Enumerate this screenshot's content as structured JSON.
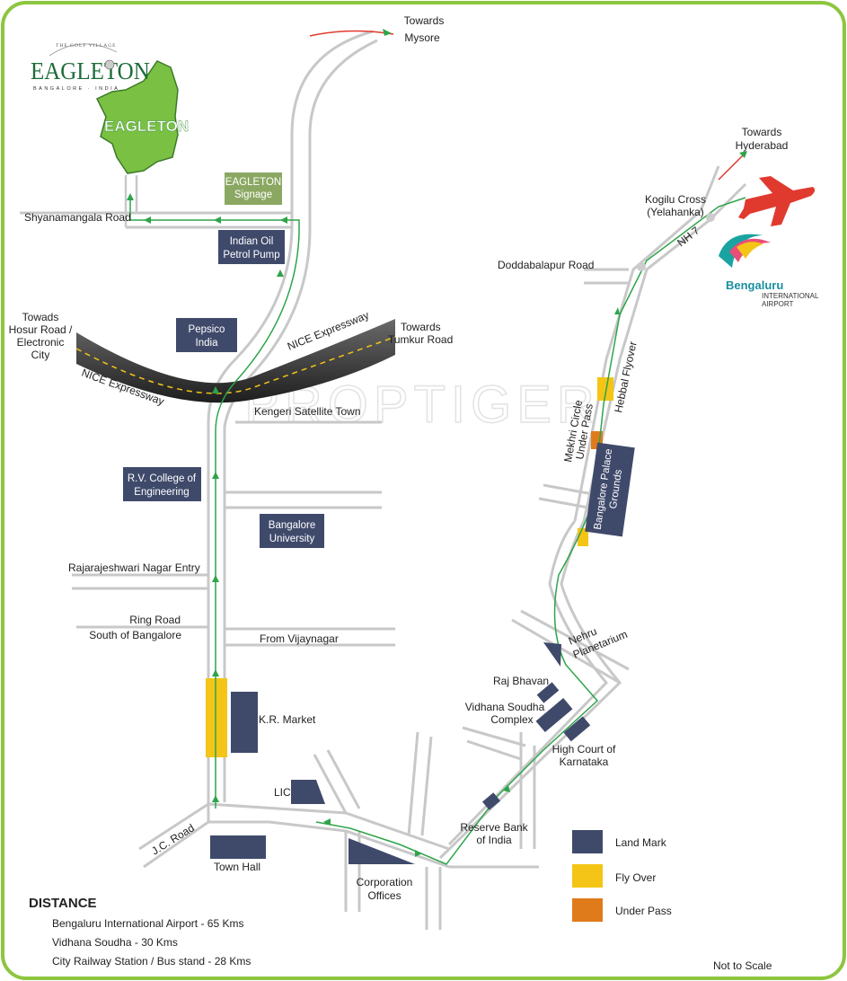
{
  "brand": {
    "logo_text": "EAGLETON",
    "logo_tagline": "THE GOLF VILLAGE",
    "logo_sub": "BANGALORE · INDIA",
    "site_label": "EAGLETON"
  },
  "colors": {
    "landmark": "#3f4a6b",
    "flyover": "#f4c516",
    "underpass": "#e07b1b",
    "site_green": "#7ac143",
    "route_green": "#2ea44a",
    "frame": "#8dc63f",
    "plane": "#e03a2f"
  },
  "places": {
    "towards_mysore": [
      "Towards",
      "Mysore"
    ],
    "towards_hyderabad": [
      "Towards",
      "Hyderabad"
    ],
    "kogilu": [
      "Kogilu Cross",
      "(Yelahanka)"
    ],
    "nh7": "NH 7",
    "doddabalapur": "Doddabalapur Road",
    "shyanamangala": "Shyanamangala Road",
    "towads_hosur": [
      "Towads",
      "Hosur Road /",
      "Electronic",
      "City"
    ],
    "towards_tumkur": [
      "Towards",
      "Tumkur Road"
    ],
    "nice_upper": "NICE Expressway",
    "nice_lower": "NICE Expressway",
    "kengeri": "Kengeri Satellite Town",
    "rr_nagar": "Rajarajeshwari Nagar Entry",
    "ring_road": [
      "Ring Road",
      "South of Bangalore"
    ],
    "from_vijaynagar": "From Vijaynagar",
    "jc_road": "J.C. Road",
    "mekhri": [
      "Mekhri Circle",
      "Under Pass"
    ],
    "hebbal": "Hebbal Flyover",
    "nehru": [
      "Nehru",
      "Planetarium"
    ],
    "raj_bhavan": "Raj Bhavan",
    "vidhana": [
      "Vidhana Soudha",
      "Complex"
    ],
    "high_court": [
      "High Court of",
      "Karnataka"
    ],
    "rbi": [
      "Reserve Bank",
      "of India"
    ],
    "corporation": [
      "Corporation",
      "Offices"
    ],
    "town_hall": "Town Hall",
    "lic": "LIC",
    "kr_market": "K.R. Market"
  },
  "landmarks": {
    "eagleton_signage": [
      "EAGLETON",
      "Signage"
    ],
    "indian_oil": [
      "Indian Oil",
      "Petrol Pump"
    ],
    "pepsico": [
      "Pepsico",
      "India"
    ],
    "rv_college": [
      "R.V. College of",
      "Engineering"
    ],
    "bangalore_university": [
      "Bangalore",
      "University"
    ],
    "palace_grounds": [
      "Bangalore Palace",
      "Grounds"
    ]
  },
  "airport": {
    "name": "Bengaluru",
    "sub1": "INTERNATIONAL",
    "sub2": "AIRPORT"
  },
  "legend": [
    {
      "label": "Land Mark",
      "color": "#3f4a6b"
    },
    {
      "label": "Fly Over",
      "color": "#f4c516"
    },
    {
      "label": "Under Pass",
      "color": "#e07b1b"
    }
  ],
  "distance": {
    "title": "DISTANCE",
    "items": [
      "Bengaluru International Airport - 65 Kms",
      "Vidhana Soudha - 30 Kms",
      "City Railway Station / Bus stand - 28 Kms"
    ]
  },
  "note": "Not to Scale",
  "watermark": "PROPTIGER"
}
